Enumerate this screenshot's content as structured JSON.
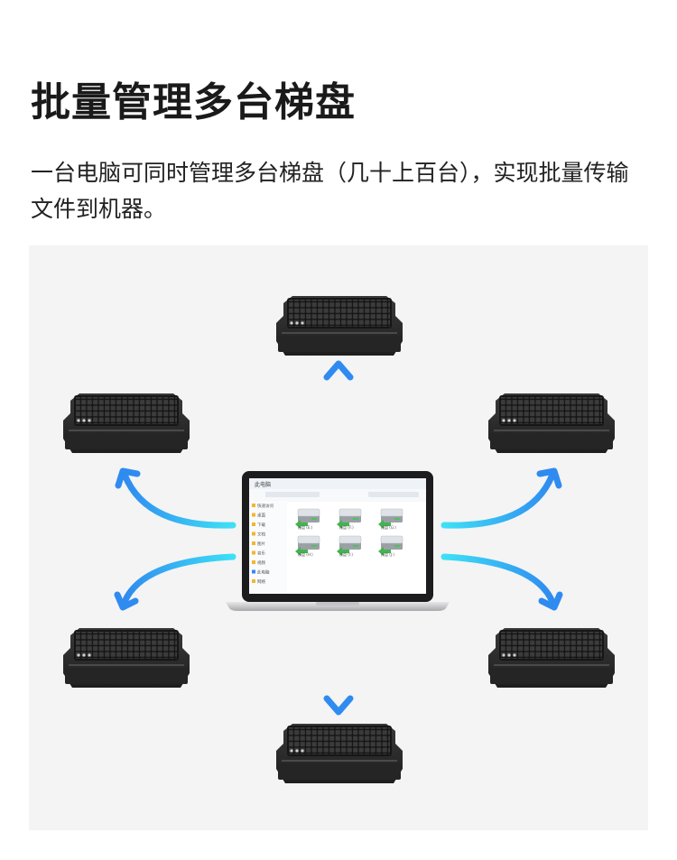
{
  "header": {
    "title": "批量管理多台梯盘",
    "description": "一台电脑可同时管理多台梯盘（几十上百台），实现批量传输文件到机器。"
  },
  "diagram": {
    "laptop_window_title": "此电脑",
    "sidebar_items": [
      "快速访问",
      "桌面",
      "下载",
      "文档",
      "图片",
      "音乐",
      "视频",
      "此电脑",
      "网络"
    ],
    "drive_labels": [
      "梯盘 (E:)",
      "梯盘 (F:)",
      "梯盘 (G:)",
      "梯盘 (H:)",
      "梯盘 (I:)",
      "梯盘 (J:)"
    ],
    "colors": {
      "arrow_start": "#3ee0f6",
      "arrow_end": "#2f8bf0",
      "device_body": "#2b2b2b",
      "panel_bg": "#f4f4f4"
    }
  }
}
